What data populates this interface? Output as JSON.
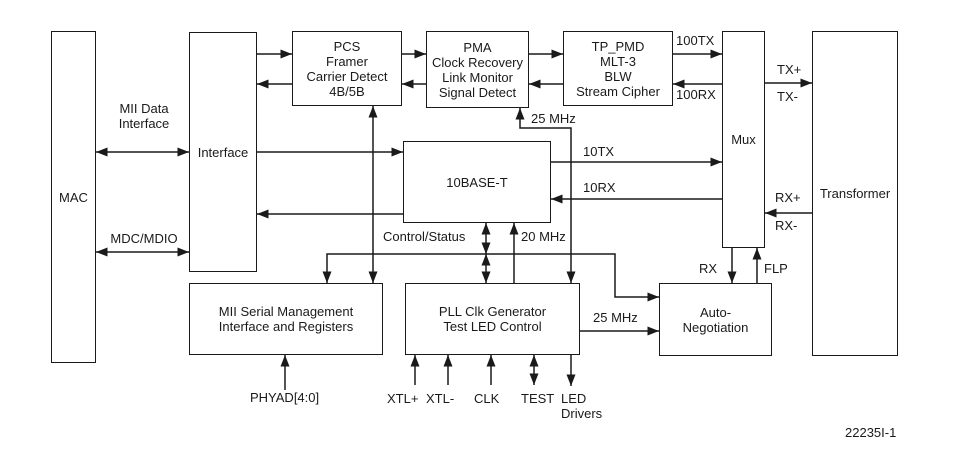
{
  "diagram": {
    "figure_id": "22235I-1",
    "colors": {
      "line": "#1a1a1a",
      "text": "#1a1a1a",
      "background": "#ffffff"
    },
    "blocks": {
      "mac": {
        "label": "MAC"
      },
      "interface": {
        "label": "Interface"
      },
      "pcs": {
        "label": "PCS\nFramer\nCarrier Detect\n4B/5B"
      },
      "pma": {
        "label": "PMA\nClock Recovery\nLink Monitor\nSignal Detect"
      },
      "tp_pmd": {
        "label": "TP_PMD\nMLT-3\nBLW\nStream Cipher"
      },
      "mux": {
        "label": "Mux"
      },
      "transformer": {
        "label": "Transformer"
      },
      "base10t": {
        "label": "10BASE-T"
      },
      "mii_serial": {
        "label": "MII Serial Management\nInterface and Registers"
      },
      "pll": {
        "label": "PLL Clk Generator\nTest LED Control"
      },
      "autoneg": {
        "label": "Auto-\nNegotiation"
      }
    },
    "signals": {
      "mii_data": "MII Data\nInterface",
      "mdc_mdio": "MDC/MDIO",
      "mhz25_top": "25 MHz",
      "tx100": "100TX",
      "rx100": "100RX",
      "tx_plus": "TX+",
      "tx_minus": "TX-",
      "rx_plus": "RX+",
      "rx_minus": "RX-",
      "tx10": "10TX",
      "rx10": "10RX",
      "control_status": "Control/Status",
      "mhz20": "20 MHz",
      "rx": "RX",
      "flp": "FLP",
      "mhz25_bottom": "25 MHz",
      "phyad": "PHYAD[4:0]",
      "xtl_plus": "XTL+",
      "xtl_minus": "XTL-",
      "clk": "CLK",
      "test": "TEST",
      "led_drivers": "LED\nDrivers"
    }
  }
}
